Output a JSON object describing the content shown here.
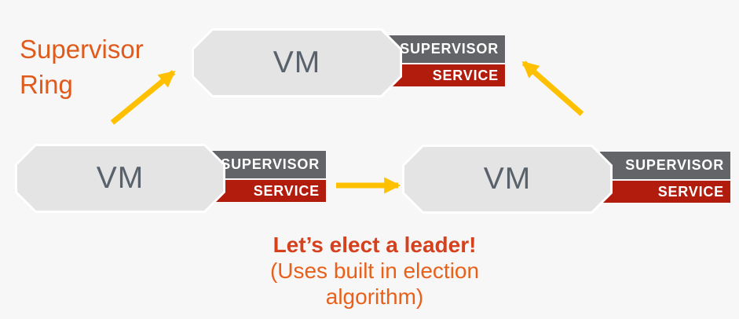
{
  "title": {
    "line1": "Supervisor",
    "line2": "Ring"
  },
  "nodes": [
    {
      "id": "vm-top",
      "vm_label": "VM",
      "tags": [
        {
          "label": "SUPERVISOR",
          "type": "supervisor"
        },
        {
          "label": "SERVICE",
          "type": "service"
        }
      ]
    },
    {
      "id": "vm-left",
      "vm_label": "VM",
      "tags": [
        {
          "label": "SUPERVISOR",
          "type": "supervisor"
        },
        {
          "label": "SERVICE",
          "type": "service"
        }
      ]
    },
    {
      "id": "vm-right",
      "vm_label": "VM",
      "tags": [
        {
          "label": "SUPERVISOR",
          "type": "supervisor"
        },
        {
          "label": "SERVICE",
          "type": "service"
        }
      ]
    }
  ],
  "arrows": [
    {
      "from": "vm-left",
      "to": "vm-top"
    },
    {
      "from": "vm-left",
      "to": "vm-right"
    },
    {
      "from": "vm-right",
      "to": "vm-top"
    }
  ],
  "caption": {
    "line1": "Let’s elect a leader!",
    "line2": "(Uses built in election",
    "line3": "algorithm)"
  },
  "colors": {
    "bg": "#F7F7F8",
    "orange": "#E05A1B",
    "vm-fill": "#E4E4E5",
    "vm-text": "#59626B",
    "tag-gray": "#636467",
    "tag-red": "#B11C0D",
    "arrow": "#FFC000",
    "caption-bold": "#D5411C",
    "caption-reg": "#E8601A"
  }
}
